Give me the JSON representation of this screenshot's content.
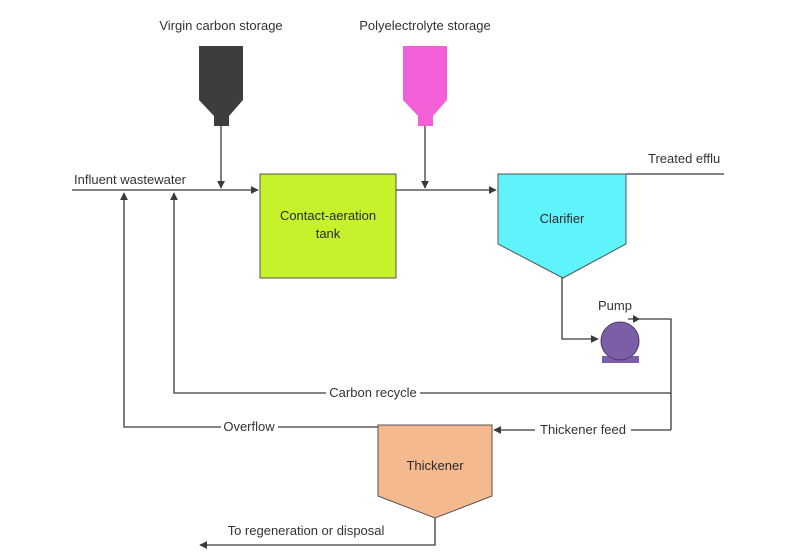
{
  "labels": {
    "virgin_carbon_storage": "Virgin carbon storage",
    "polyelectrolyte_storage": "Polyelectrolyte storage",
    "influent_wastewater": "Influent wastewater",
    "treated_effluent": "Treated efflu",
    "contact_aeration_tank_line1": "Contact-aeration",
    "contact_aeration_tank_line2": "tank",
    "clarifier": "Clarifier",
    "pump": "Pump",
    "carbon_recycle": "Carbon recycle",
    "overflow": "Overflow",
    "thickener_feed": "Thickener feed",
    "thickener": "Thickener",
    "to_regeneration_or_disposal": "To regeneration or disposal"
  },
  "colors": {
    "virgin_carbon_hopper": "#3d3d3d",
    "polyelectrolyte_hopper": "#f25fd6",
    "contact_aeration_tank": "#c5f22a",
    "clarifier": "#5ff3fb",
    "pump": "#7c5ea6",
    "thickener": "#f5b98f",
    "lines": "#3a3a3a"
  }
}
